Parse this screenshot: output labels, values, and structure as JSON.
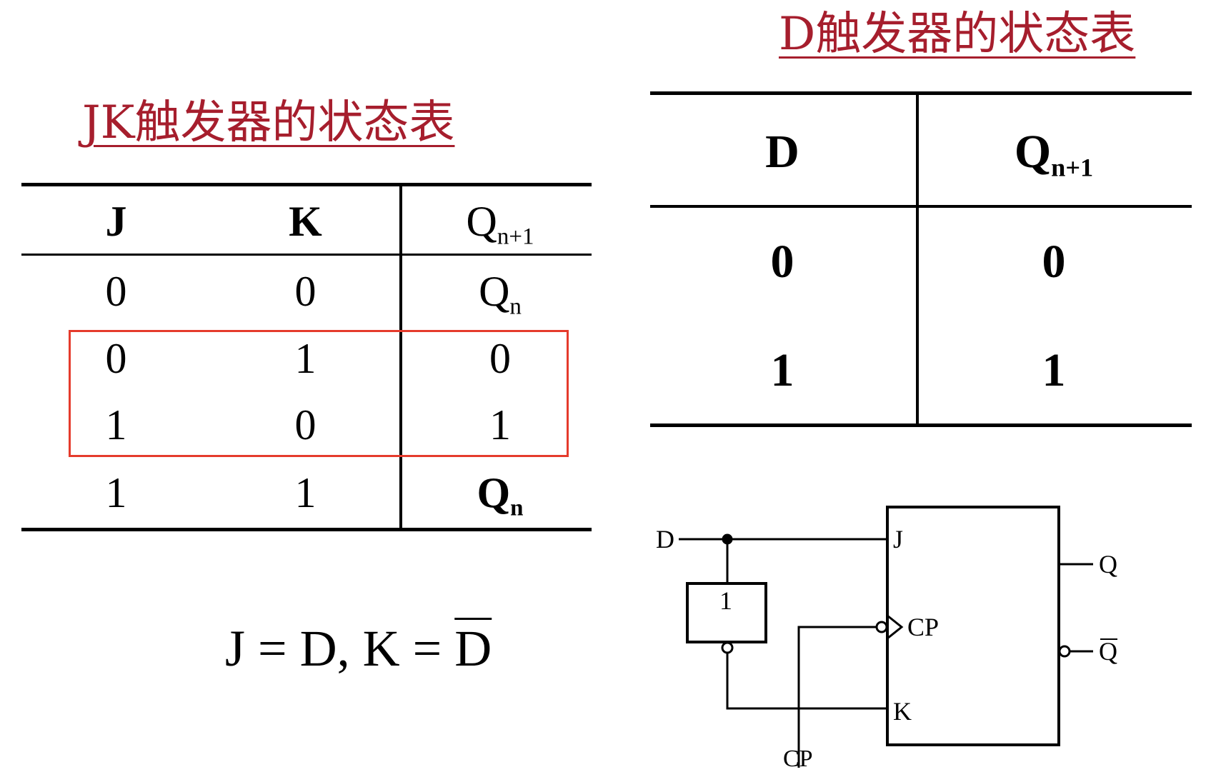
{
  "jk_table": {
    "title": "JK触发器的状态表",
    "headers": {
      "j": "J",
      "k": "K",
      "q_main": "Q",
      "q_sub": "n+1"
    },
    "rows": [
      {
        "j": "0",
        "k": "0",
        "q_main": "Q",
        "q_sub": "n"
      },
      {
        "j": "0",
        "k": "1",
        "q_main": "0",
        "q_sub": ""
      },
      {
        "j": "1",
        "k": "0",
        "q_main": "1",
        "q_sub": ""
      },
      {
        "j": "1",
        "k": "1",
        "q_main": "Q",
        "q_sub": "n"
      }
    ],
    "highlight_color": "#e53b2c"
  },
  "d_table": {
    "title": "D触发器的状态表",
    "headers": {
      "d": "D",
      "q_main": "Q",
      "q_sub": "n+1"
    },
    "rows": [
      {
        "d": "0",
        "q": "0"
      },
      {
        "d": "1",
        "q": "1"
      }
    ]
  },
  "formula": {
    "part1": "J = D, K = ",
    "d_bar": "D"
  },
  "circuit": {
    "input_d": "D",
    "not_gate": "1",
    "pin_j": "J",
    "pin_cp": "CP",
    "pin_k": "K",
    "out_q": "Q",
    "out_qbar": "Q",
    "cp_input": "CP"
  },
  "colors": {
    "title": "#a61e2d",
    "highlight": "#e53b2c"
  }
}
